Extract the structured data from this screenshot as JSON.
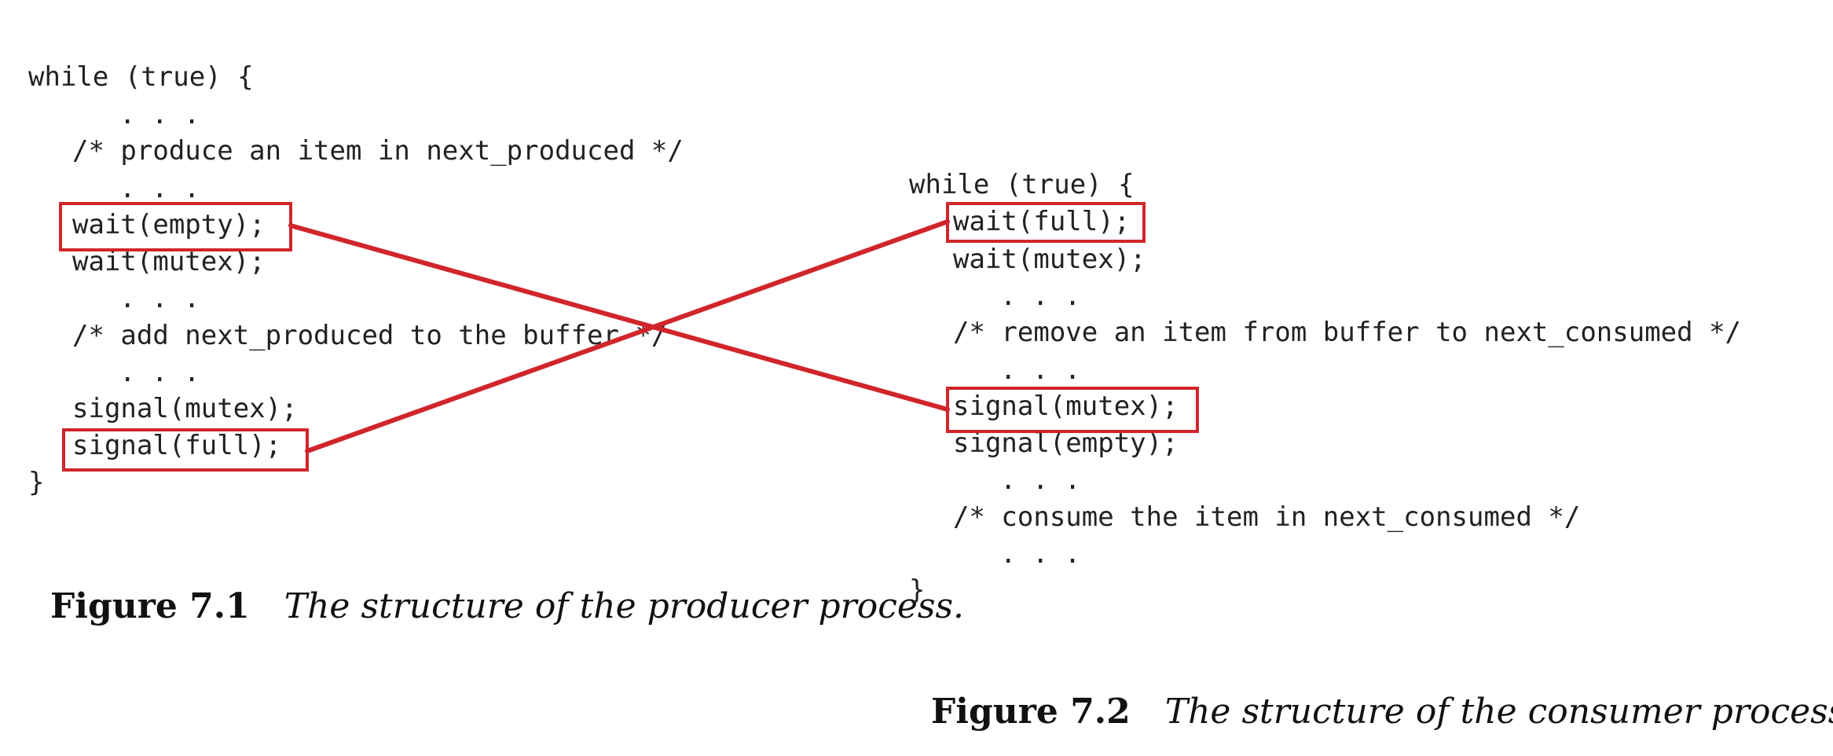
{
  "producer": {
    "lines": [
      "while (true) {",
      ". . .",
      "/* produce an item in next_produced */",
      ". . .",
      "wait(empty);",
      "wait(mutex);",
      ". . .",
      "/* add next_produced to the buffer */",
      ". . .",
      "signal(mutex);",
      "signal(full);",
      "}"
    ],
    "caption": {
      "number": "Figure 7.1",
      "text": "The structure of the producer process."
    }
  },
  "consumer": {
    "lines": [
      "while (true) {",
      "wait(full);",
      "wait(mutex);",
      ". . .",
      "/* remove an item from buffer to next_consumed */",
      ". . .",
      "signal(mutex);",
      "signal(empty);",
      ". . .",
      "/* consume the item in next_consumed */",
      ". . .",
      "}"
    ],
    "caption": {
      "number": "Figure 7.2",
      "text": "The structure of the consumer process."
    }
  },
  "colors": {
    "highlight": "#d0252b",
    "code_text": "#222222"
  }
}
